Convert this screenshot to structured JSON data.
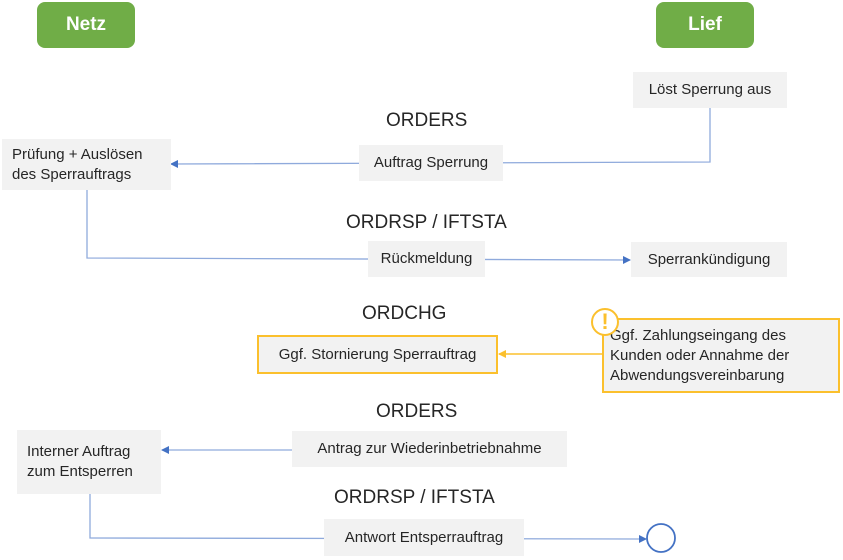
{
  "lanes": {
    "left": "Netz",
    "right": "Lief"
  },
  "colors": {
    "lane": "#70ad47",
    "arrow": "#4472c4",
    "warning": "#fbc02d",
    "box": "#f2f2f2"
  },
  "steps": {
    "loest_sperrung": "Löst Sperrung aus",
    "orders_1_type": "ORDERS",
    "auftrag_sperrung": "Auftrag Sperrung",
    "pruefung_line1": "Prüfung + Auslösen",
    "pruefung_line2": "des Sperrauftrags",
    "ordrsp_1_type": "ORDRSP / IFTSTA",
    "rueckmeldung": "Rückmeldung",
    "sperrankuendigung": "Sperrankündigung",
    "ordchg_type": "ORDCHG",
    "stornierung": "Ggf. Stornierung Sperrauftrag",
    "zahlung_line1": "Ggf. Zahlungseingang des",
    "zahlung_line2": "Kunden oder Annahme der",
    "zahlung_line3": "Abwendungsvereinbarung",
    "warning_icon": "!",
    "orders_2_type": "ORDERS",
    "antrag_wiederinbetriebnahme": "Antrag zur Wiederinbetriebnahme",
    "intern_line1": "Interner Auftrag",
    "intern_line2": "zum Entsperren",
    "ordrsp_2_type": "ORDRSP / IFTSTA",
    "antwort_entsperrauftrag": "Antwort Entsperrauftrag"
  }
}
